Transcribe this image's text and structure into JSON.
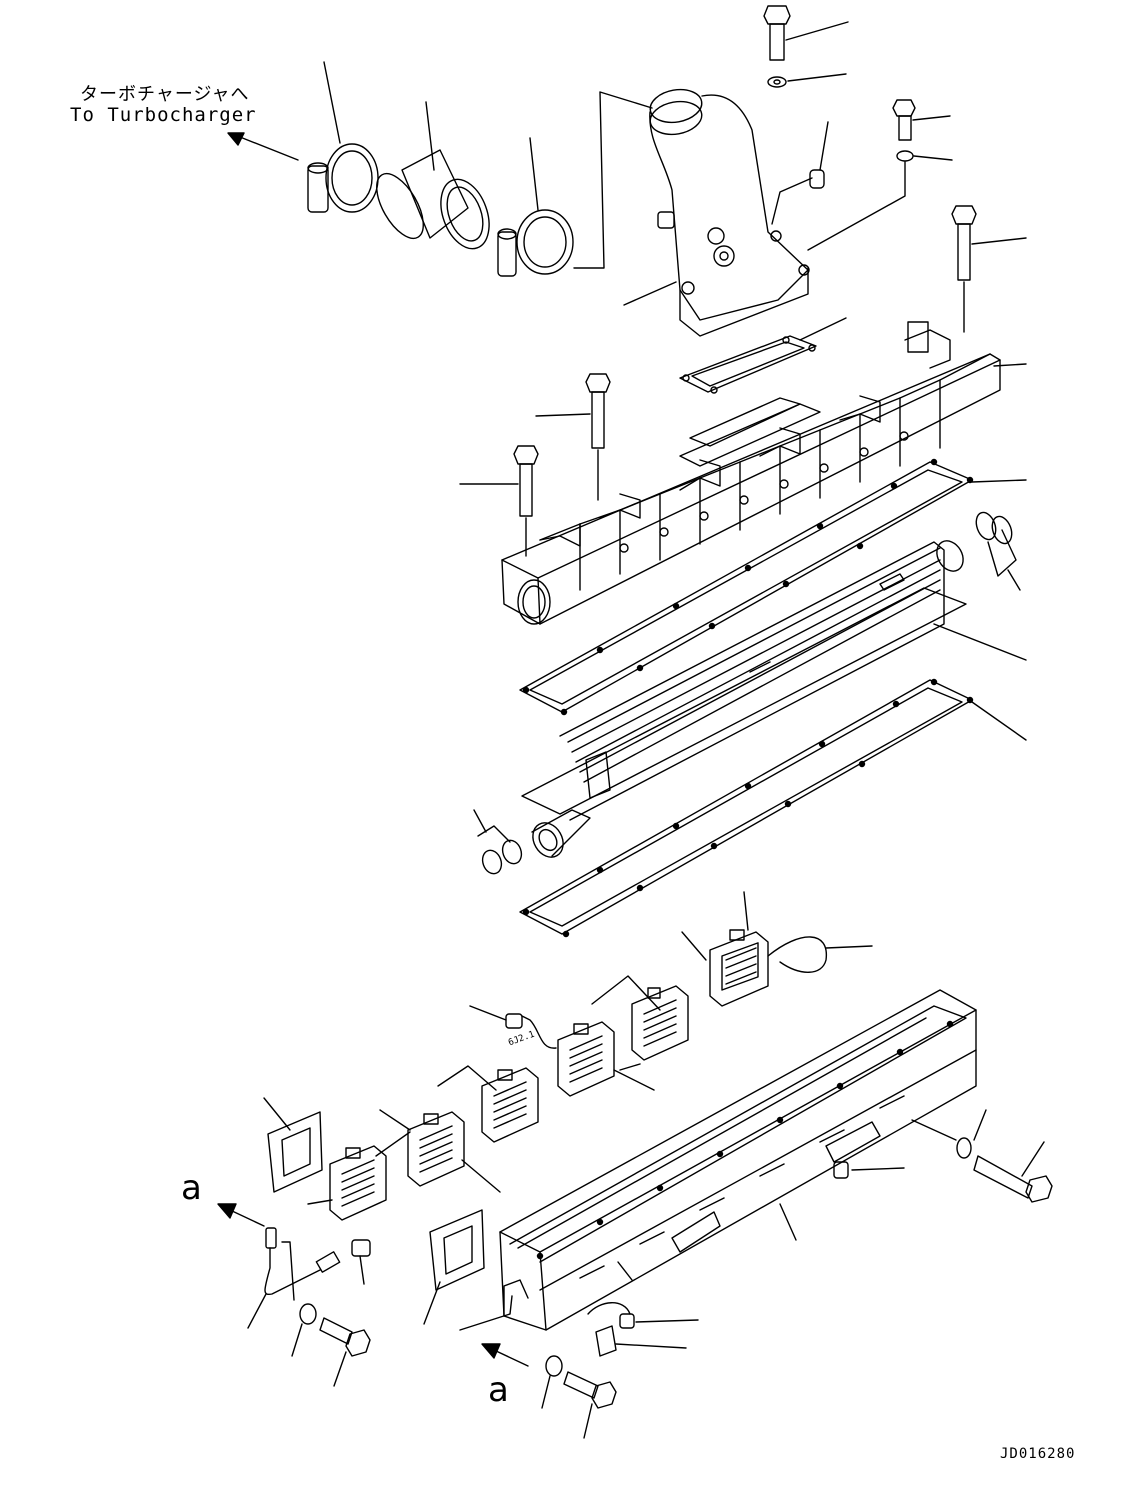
{
  "diagram": {
    "callout": {
      "japanese": "ターボチャージャへ",
      "english": "To Turbocharger"
    },
    "reference_marks": [
      "a",
      "a"
    ],
    "small_mark": "6J2.1",
    "drawing_id": "JD016280",
    "colors": {
      "line": "#000000",
      "background": "#ffffff"
    }
  }
}
